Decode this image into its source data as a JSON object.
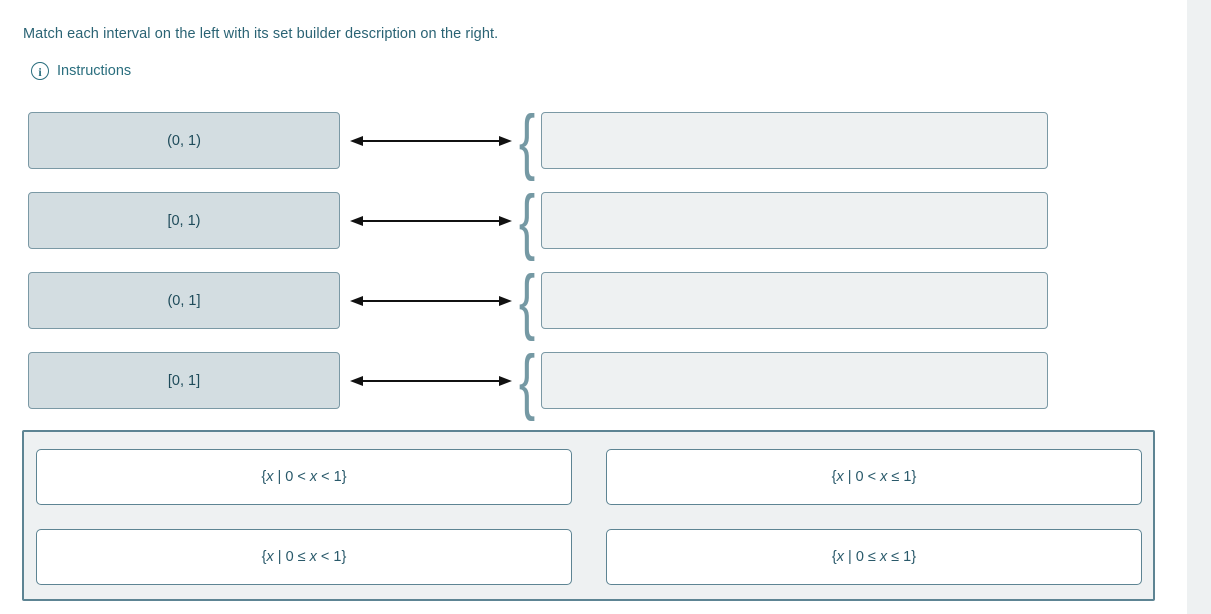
{
  "page": {
    "title": "Match each interval on the left with its set builder description on the right.",
    "instructions_label": "Instructions"
  },
  "icons": {
    "info": "i"
  },
  "decor": {
    "brace": "{"
  },
  "rows": [
    {
      "interval": "(0, 1)"
    },
    {
      "interval": "[0, 1)"
    },
    {
      "interval": "(0, 1]"
    },
    {
      "interval": "[0, 1]"
    }
  ],
  "bank": {
    "options": [
      "{x | 0 < x < 1}",
      "{x | 0 < x ≤ 1}",
      "{x | 0 ≤ x < 1}",
      "{x | 0 ≤ x ≤ 1}"
    ]
  },
  "colors": {
    "accent_teal": "#2a6e7e",
    "title_text": "#2a6374",
    "interval_text": "#1e4b5a",
    "interval_box_bg": "#d3dde1",
    "box_border": "#7b99a5",
    "dropzone_bg": "#eef1f2",
    "bank_border": "#5d8493",
    "option_text": "#29596a",
    "arrow": "#111111",
    "brace": "#7599a4"
  }
}
